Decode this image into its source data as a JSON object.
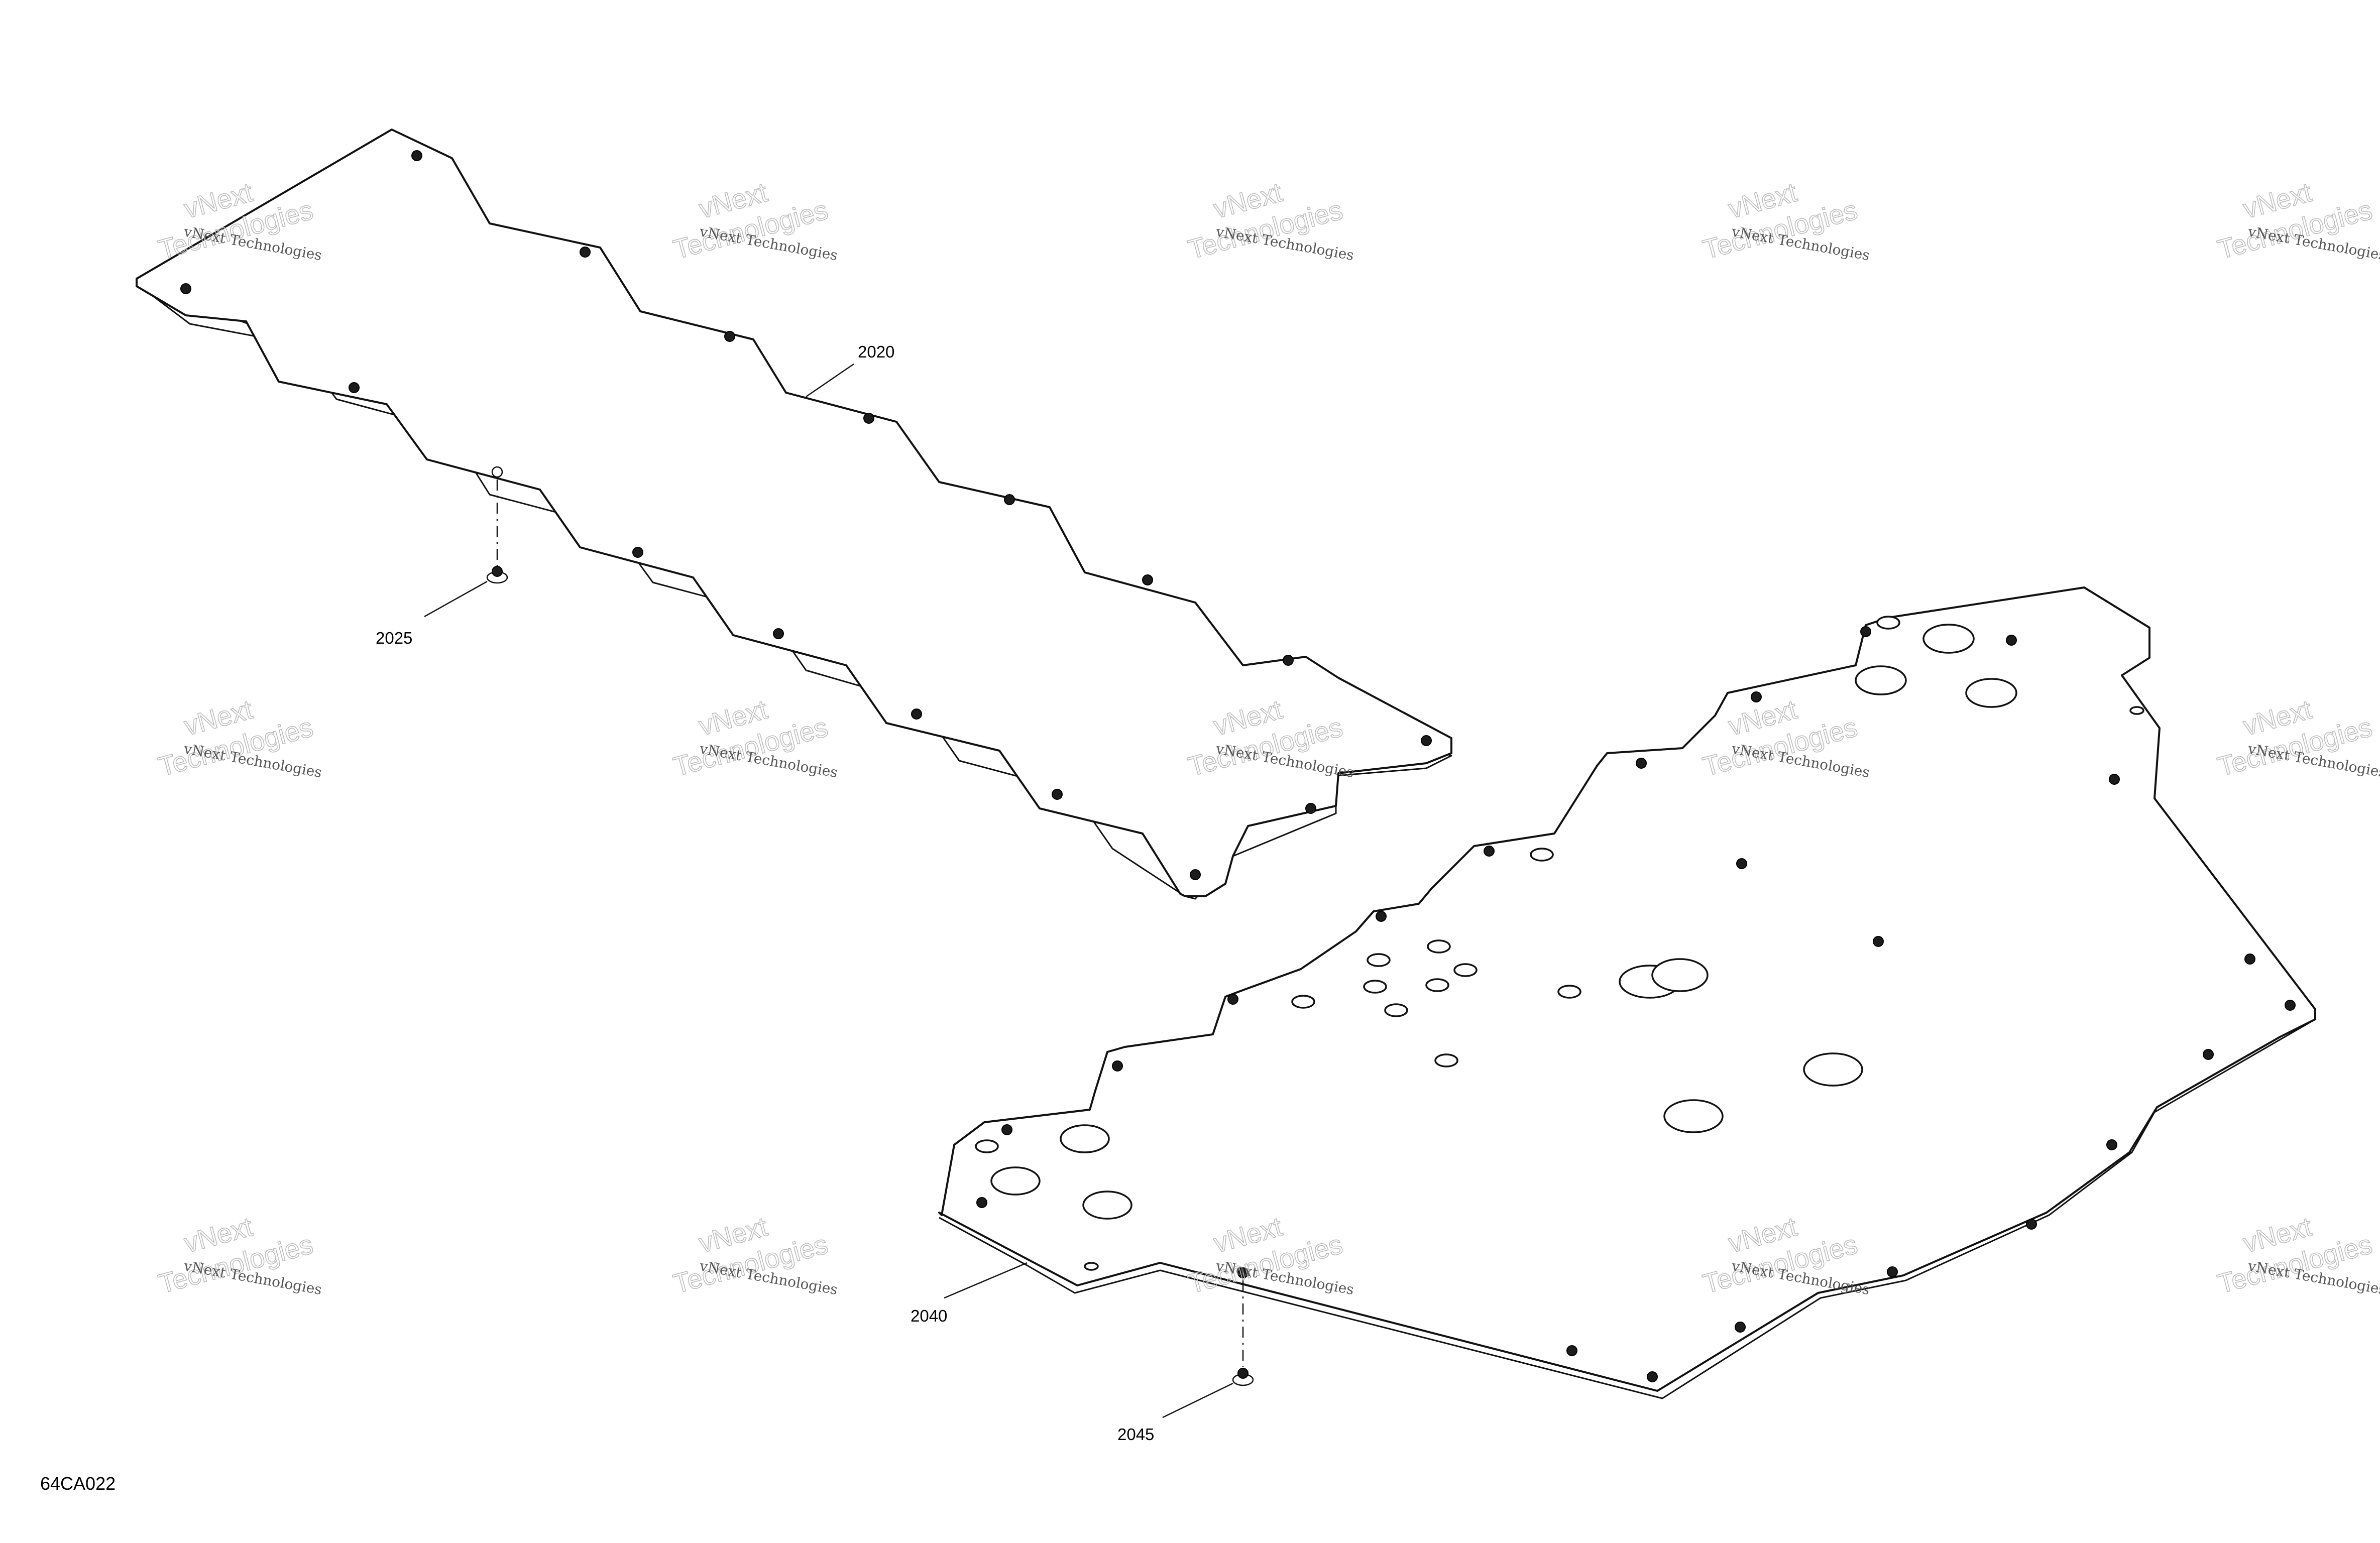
{
  "diagram": {
    "figure_code": "64CA022",
    "callouts": {
      "part_2020": "2020",
      "part_2025": "2025",
      "part_2040": "2040",
      "part_2045": "2045"
    },
    "watermark": {
      "line1": "vNext",
      "line2": "Technologies",
      "caption": "vNext Technologies"
    }
  }
}
